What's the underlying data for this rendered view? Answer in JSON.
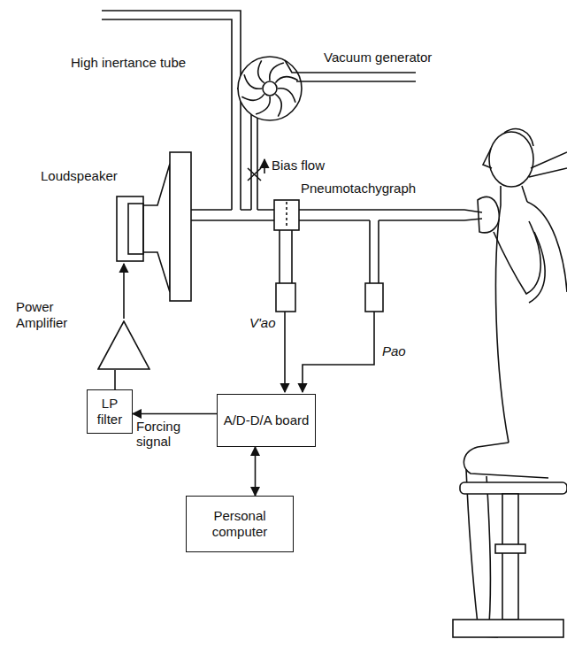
{
  "diagram": {
    "nodes": [
      {
        "text": [
          "Power Amplifier"
        ]
      },
      {
        "text": [
          "LP filter"
        ]
      },
      {
        "text": [
          "A/D-D/A board"
        ]
      },
      {
        "text": [
          "Personal computer"
        ]
      }
    ],
    "edges": [
      {
        "from": 1,
        "to": 0,
        "arrow": "none"
      },
      {
        "from": 2,
        "to": 1,
        "label": "Forcing signal",
        "arrow": "to"
      },
      {
        "from": 2,
        "to": 3,
        "arrow": "both"
      }
    ],
    "labels": [
      "High inertance tube",
      "Vacuum generator",
      "Loudspeaker",
      "Bias flow",
      "Pneumotachygraph",
      "V'ao",
      "Pao"
    ]
  }
}
